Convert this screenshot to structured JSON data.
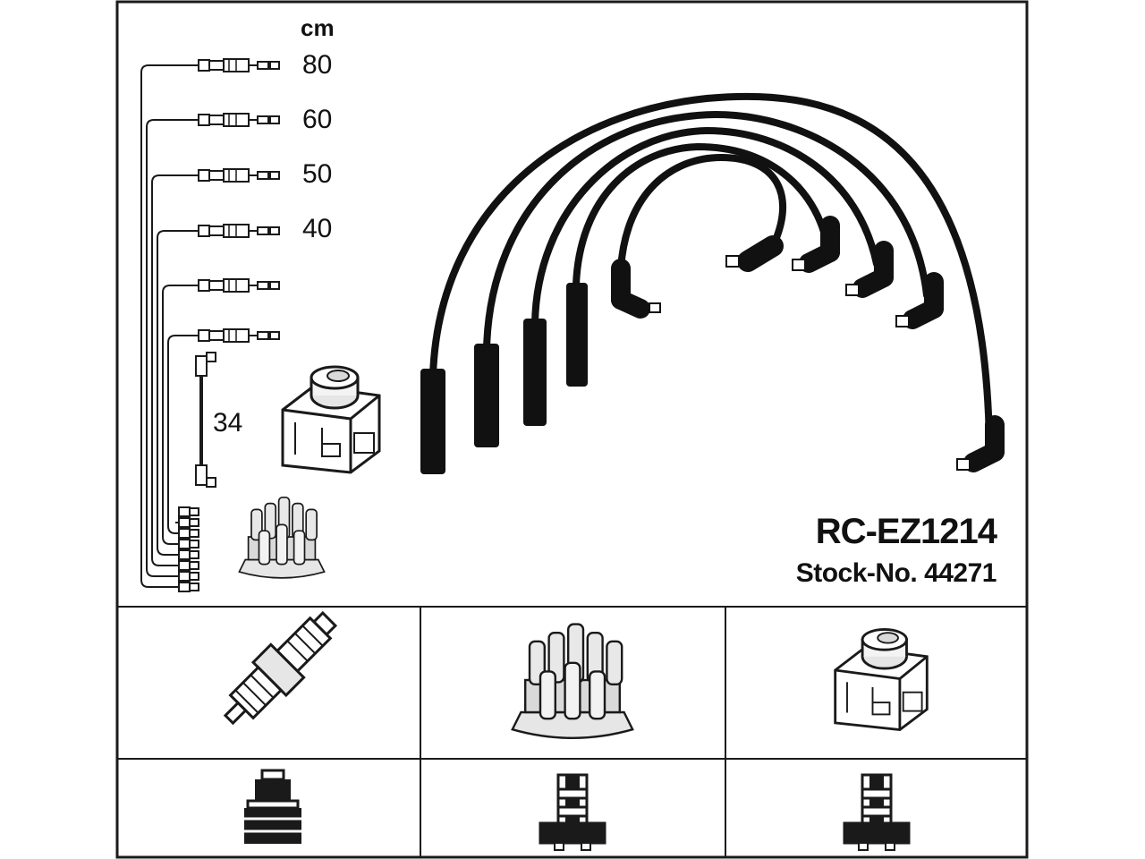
{
  "header": {
    "unit_label": "cm"
  },
  "lengths": {
    "l1": "80",
    "l2": "60",
    "l3": "50",
    "l4": "40",
    "short_wire": "34"
  },
  "product": {
    "code": "RC-EZ1214",
    "stock_number": "Stock-No. 44271"
  },
  "colors": {
    "ink": "#111111",
    "outline": "#1a1a1a",
    "fill_gray": "#cfcfcf",
    "background": "#ffffff"
  }
}
